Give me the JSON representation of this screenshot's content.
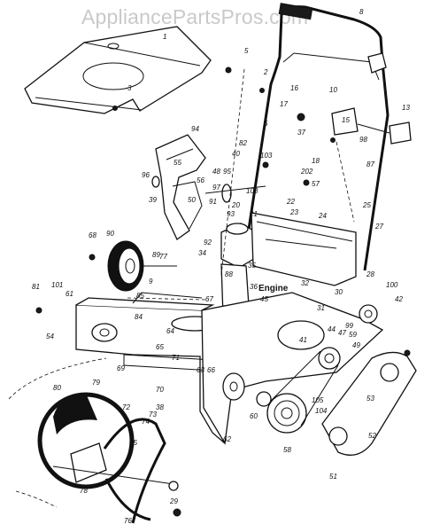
{
  "watermark": "AppliancePartsPros.com",
  "engine_label": "Engine",
  "callouts": [
    "1",
    "2",
    "3",
    "5",
    "6",
    "8",
    "9",
    "10",
    "13",
    "15",
    "16",
    "17",
    "18",
    "20",
    "21",
    "22",
    "23",
    "24",
    "25",
    "27",
    "28",
    "29",
    "30",
    "31",
    "32",
    "34",
    "35",
    "36",
    "37",
    "38",
    "39",
    "40",
    "41",
    "42",
    "44",
    "45",
    "47",
    "48",
    "49",
    "50",
    "51",
    "52",
    "53",
    "54",
    "55",
    "56",
    "57",
    "58",
    "59",
    "60",
    "61",
    "62",
    "63",
    "64",
    "65",
    "66",
    "67",
    "68",
    "69",
    "70",
    "71",
    "72",
    "73",
    "74",
    "75",
    "76",
    "77",
    "78",
    "79",
    "80",
    "81",
    "82",
    "84",
    "85",
    "87",
    "88",
    "89",
    "90",
    "91",
    "92",
    "93",
    "94",
    "95",
    "96",
    "97",
    "98",
    "99",
    "100",
    "101",
    "103",
    "104",
    "105",
    "108",
    "202"
  ]
}
